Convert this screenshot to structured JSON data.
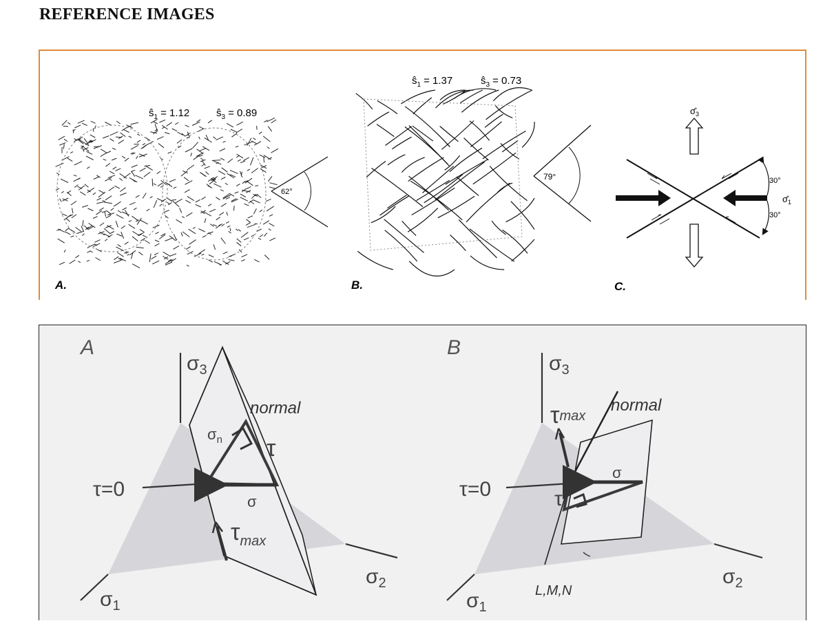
{
  "page": {
    "heading": "REFERENCE IMAGES"
  },
  "top_figure": {
    "panel_a": {
      "letter": "A.",
      "s1_sym": "ŝ",
      "s1_sub": "1",
      "s1_val": "= 1.12",
      "s3_sym": "ŝ",
      "s3_sub": "3",
      "s3_val": "= 0.89",
      "angle": "62°"
    },
    "panel_b": {
      "letter": "B.",
      "s1_sym": "ŝ",
      "s1_sub": "1",
      "s1_val": "= 1.37",
      "s3_sym": "ŝ",
      "s3_sub": "3",
      "s3_val": "= 0.73",
      "angle": "79°"
    },
    "panel_c": {
      "letter": "C.",
      "sigma3_sym": "σ̂",
      "sigma3_sub": "3",
      "sigma1_sym": "σ̂",
      "sigma1_sub": "1",
      "angle_upper": "30°",
      "angle_lower": "30°"
    }
  },
  "bottom_figure": {
    "panel_a": {
      "letter": "A",
      "sigma3": "σ",
      "sigma3_sub": "3",
      "sigma2": "σ",
      "sigma2_sub": "2",
      "sigma1": "σ",
      "sigma1_sub": "1",
      "normal": "normal",
      "sigma_n": "σ",
      "sigma_n_sub": "n",
      "tau": "τ",
      "tau_zero": "τ=0",
      "sigma": "σ",
      "tau_max": "τ",
      "tau_max_sub": "max"
    },
    "panel_b": {
      "letter": "B",
      "sigma3": "σ",
      "sigma3_sub": "3",
      "sigma2": "σ",
      "sigma2_sub": "2",
      "sigma1": "σ",
      "sigma1_sub": "1",
      "normal": "normal",
      "tau": "τ",
      "tau_zero": "τ=0",
      "sigma": "σ",
      "tau_max": "τ",
      "tau_max_sub": "max",
      "lmn": "L,M,N"
    }
  }
}
